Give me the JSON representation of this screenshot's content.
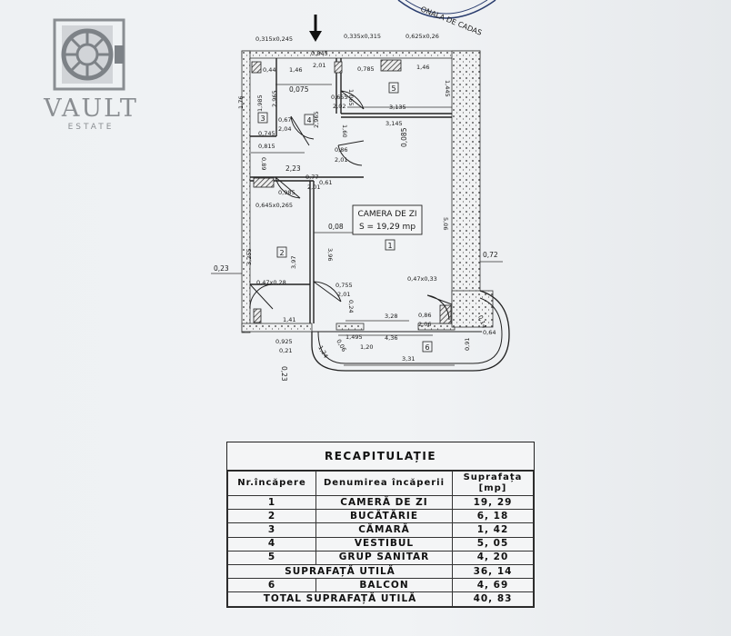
{
  "logo": {
    "name": "VAULT",
    "tagline": "ESTATE"
  },
  "stamp_text": "ONALA DE CADAS",
  "plan": {
    "living_label": "CAMERA DE ZI",
    "living_area": "S = 19,29 mp",
    "room_numbers": [
      "1",
      "2",
      "3",
      "4",
      "5",
      "6"
    ],
    "dims": {
      "d1": "0,315x0,245",
      "d2": "0,845",
      "d3": "2,01",
      "d4": "0,335x0,315",
      "d5": "0,625x0,26",
      "d6": "0,44",
      "d7": "1,46",
      "d8": "0,785",
      "d9": "1,46",
      "d10": "1,065",
      "d11": "0,075",
      "d12": "1,445",
      "d13": "1,76",
      "d14": "1,985",
      "d15": "2,965",
      "d16": "0,655",
      "d17": "2,02",
      "d18": "3,135",
      "d19": "3,145",
      "d20": "0,67",
      "d21": "2,04",
      "d22": "1,60",
      "d23": "2,965",
      "d24": "0,085",
      "d25": "0,745",
      "d26": "0,815",
      "d27": "0,86",
      "d28": "2,01",
      "d29": "0,89",
      "d30": "2,23",
      "d31": "0,77",
      "d32": "2,01",
      "d33": "0,61",
      "d34": "0,985",
      "d35": "0,645x0,265",
      "d36": "0,08",
      "d37": "5,06",
      "d38": "0,72",
      "d39": "3,255",
      "d40": "3,97",
      "d41": "3,96",
      "d42": "0,23",
      "d43": "0,47x0,33",
      "d44": "0,47x0,28",
      "d45": "0,755",
      "d46": "2,01",
      "d47": "0,24",
      "d48": "1,41",
      "d49": "3,28",
      "d50": "0,86",
      "d51": "2,06",
      "d52": "0,14",
      "d53": "0,64",
      "d54": "0,925",
      "d55": "0,21",
      "d56": "1,24",
      "d57": "0,06",
      "d58": "1,495",
      "d59": "1,20",
      "d60": "4,36",
      "d61": "0,91",
      "d62": "3,31",
      "d63": "0,23"
    }
  },
  "recap": {
    "title": "RECAPITULAȚIE",
    "headers": [
      "Nr.încăpere",
      "Denumirea încăperii",
      "Suprafața [mp]"
    ],
    "rows": [
      [
        "1",
        "CAMERĂ DE ZI",
        "19, 29"
      ],
      [
        "2",
        "BUCĂTĂRIE",
        "6, 18"
      ],
      [
        "3",
        "CĂMARĂ",
        "1, 42"
      ],
      [
        "4",
        "VESTIBUL",
        "5, 05"
      ],
      [
        "5",
        "GRUP SANITAR",
        "4, 20"
      ]
    ],
    "util": [
      "SUPRAFAȚĂ UTILĂ",
      "36, 14"
    ],
    "balcon": [
      "6",
      "BALCON",
      "4, 69"
    ],
    "total": [
      "TOTAL SUPRAFAȚĂ UTILĂ",
      "40, 83"
    ]
  }
}
